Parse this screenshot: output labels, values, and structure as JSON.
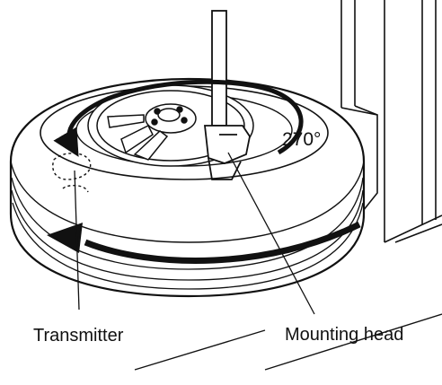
{
  "labels": {
    "rotation": "270°",
    "transmitter": "Transmitter",
    "mounting_head": "Mounting head"
  },
  "icons": {
    "rotation_arrow": "curved-arrow-icon",
    "tire_arrow": "arrow-left-icon"
  },
  "colors": {
    "ink": "#111111",
    "background": "#ffffff"
  }
}
